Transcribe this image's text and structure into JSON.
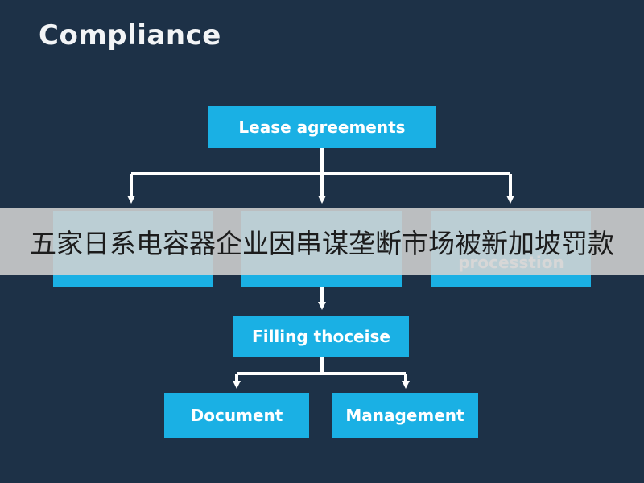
{
  "title": "Compliance",
  "diagram": {
    "top_box": "Lease agreements",
    "middle_row": [
      "",
      "",
      "processtion"
    ],
    "center_box": "Filling thoceise",
    "bottom_row": [
      "Document",
      "Management"
    ]
  },
  "banner": {
    "text": "五家日系电容器企业因串谋垄断市场被新加坡罚款"
  },
  "colors": {
    "background": "#1d3147",
    "box": "#1ab0e4",
    "connector": "#ffffff",
    "banner": "#d2d2d2"
  }
}
